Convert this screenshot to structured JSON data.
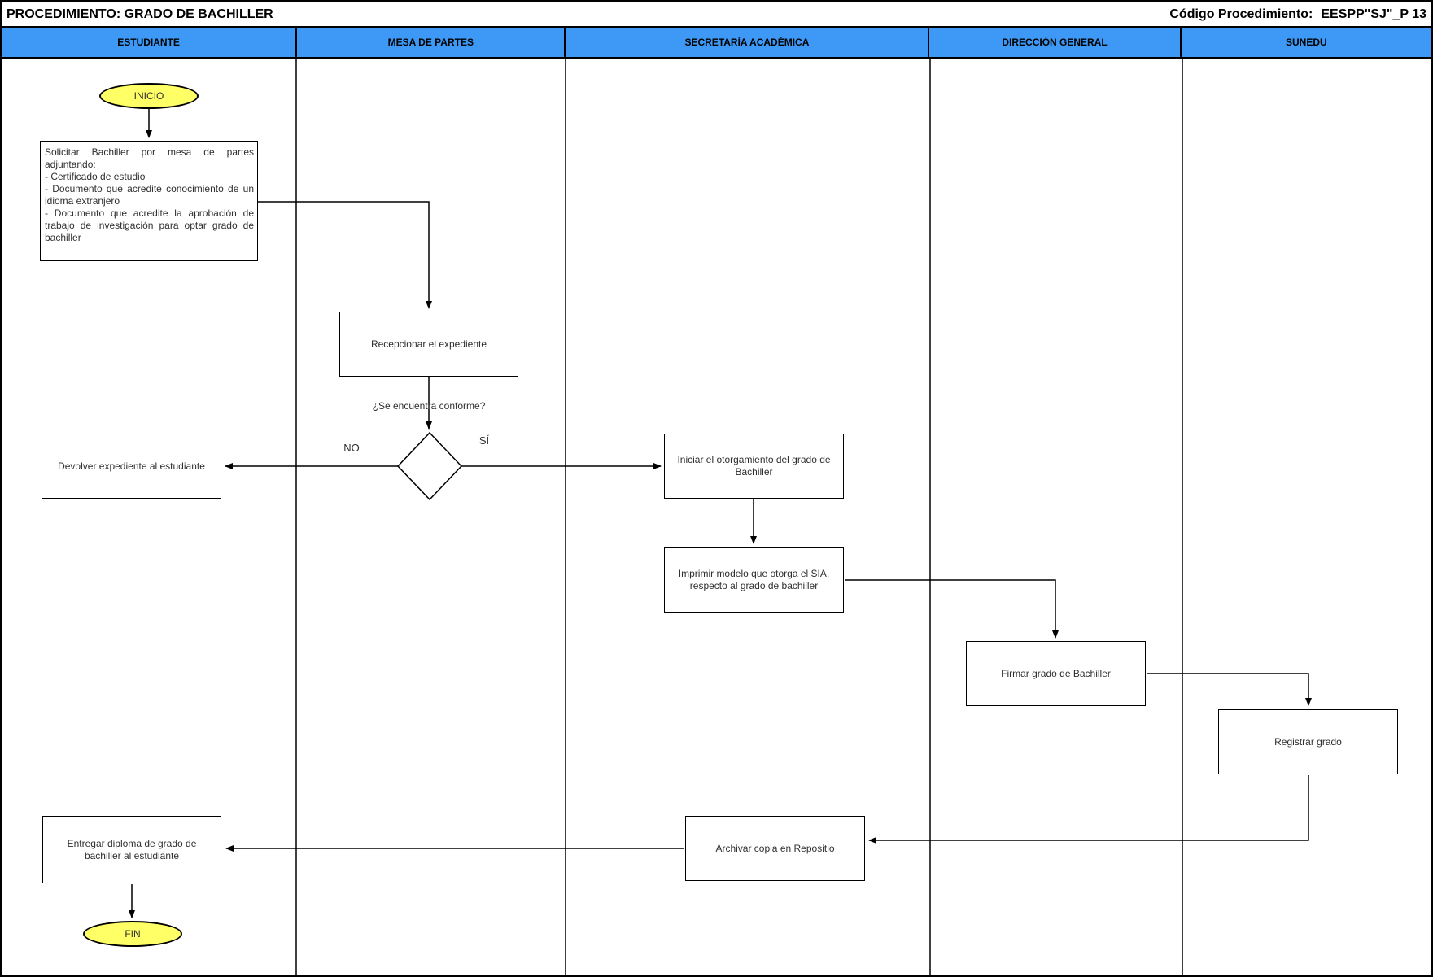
{
  "header": {
    "title": "PROCEDIMIENTO: GRADO DE BACHILLER",
    "code_label": "Código Procedimiento:",
    "code_value": "EESPP\"SJ\"_P 13"
  },
  "lanes": [
    {
      "label": "ESTUDIANTE"
    },
    {
      "label": "MESA DE PARTES"
    },
    {
      "label": "SECRETARÍA ACADÉMICA"
    },
    {
      "label": "DIRECCIÓN GENERAL"
    },
    {
      "label": "SUNEDU"
    }
  ],
  "nodes": {
    "inicio": "INICIO",
    "solicitar": "Solicitar Bachiller por mesa de partes adjuntando:\n- Certificado de estudio\n- Documento que acredite conocimiento de un idioma extranjero\n- Documento que acredite la aprobación de trabajo de investigación para optar grado de bachiller",
    "recepcionar": "Recepcionar el expediente",
    "pregunta": "¿Se encuentra conforme?",
    "no": "NO",
    "si": "SÍ",
    "devolver": "Devolver expediente al estudiante",
    "iniciar": "Iniciar el otorgamiento del grado de Bachiller",
    "imprimir": "Imprimir modelo que otorga el SIA, respecto al grado de bachiller",
    "firmar": "Firmar grado de Bachiller",
    "registrar": "Registrar grado",
    "archivar": "Archivar copia en Repositio",
    "entregar": "Entregar diploma de grado de bachiller al estudiante",
    "fin": "FIN"
  },
  "colors": {
    "lane-header": "#3d99f5",
    "terminator-fill": "#ffff66",
    "line": "#000000"
  }
}
